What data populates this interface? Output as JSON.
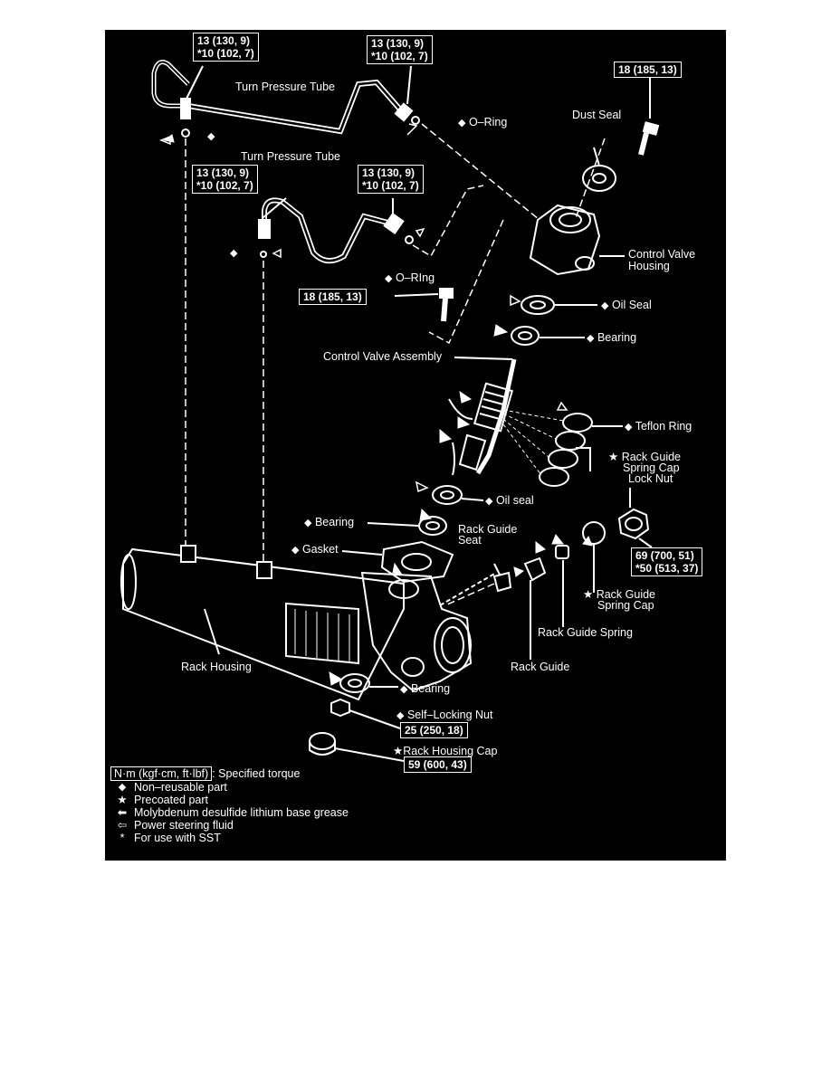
{
  "torques": {
    "t1": {
      "a": "13 (130, 9)",
      "b": "*10 (102, 7)"
    },
    "t2": {
      "a": "13 (130, 9)",
      "b": "*10 (102, 7)"
    },
    "t3": {
      "a": "18 (185, 13)"
    },
    "t4": {
      "a": "13 (130, 9)",
      "b": "*10 (102, 7)"
    },
    "t5": {
      "a": "13 (130, 9)",
      "b": "*10 (102, 7)"
    },
    "t6": {
      "a": "18 (185, 13)"
    },
    "t7": {
      "a": "69 (700, 51)",
      "b": "*50 (513, 37)"
    },
    "t8": {
      "a": "25 (250, 18)"
    },
    "t9": {
      "a": "59 (600, 43)"
    }
  },
  "labels": {
    "turn_tube_1": "Turn Pressure Tube",
    "turn_tube_2": "Turn Pressure Tube",
    "o_ring_1": "O–Ring",
    "o_ring_2": "O–RIng",
    "dust_seal": "Dust Seal",
    "cv_housing_1": "Control Valve",
    "cv_housing_2": "Housing",
    "oil_seal_1": "Oil Seal",
    "bearing_1": "Bearing",
    "cv_assembly": "Control Valve Assembly",
    "teflon_ring": "Teflon Ring",
    "rg_lock_1": "Rack Guide",
    "rg_lock_2": "Spring Cap",
    "rg_lock_3": "Lock Nut",
    "oil_seal_2": "Oil seal",
    "bearing_2": "Bearing",
    "gasket": "Gasket",
    "rg_seat_1": "Rack Guide",
    "rg_seat_2": "Seat",
    "rg_cap_1": "Rack Guide",
    "rg_cap_2": "Spring Cap",
    "rg_spring": "Rack Guide Spring",
    "rack_housing": "Rack Housing",
    "rack_guide": "Rack Guide",
    "bearing_3": "Bearing",
    "self_locking": "Self–Locking Nut",
    "rh_cap": "Rack Housing Cap"
  },
  "legend": {
    "torque_key": "N·m (kgf·cm, ft·lbf)",
    "torque_desc": ": Specified torque",
    "nonreusable": "Non–reusable part",
    "precoated": "Precoated part",
    "grease": "Molybdenum desulfide lithium base grease",
    "fluid": "Power steering fluid",
    "sst_mark": "*",
    "sst": "For use with SST"
  }
}
